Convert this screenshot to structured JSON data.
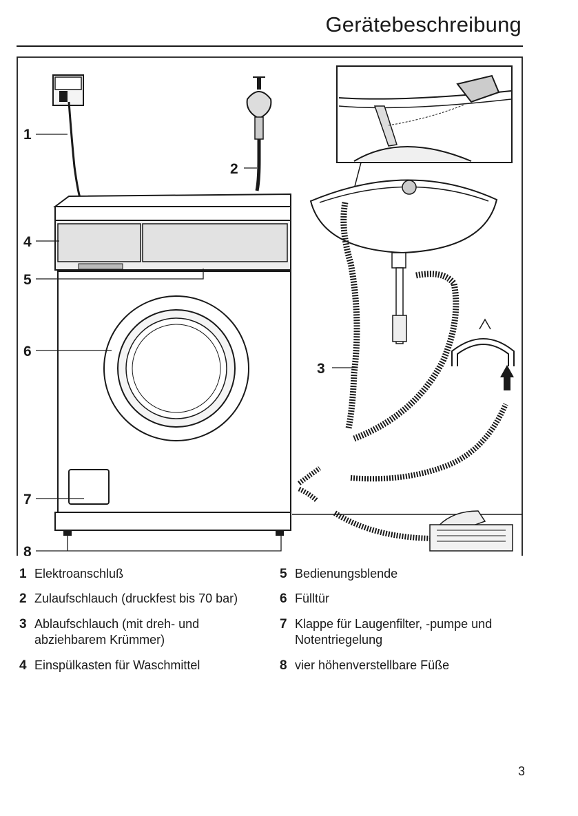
{
  "header": {
    "title": "Gerätebeschreibung"
  },
  "figure": {
    "callouts": [
      "1",
      "2",
      "3",
      "4",
      "5",
      "6",
      "7",
      "8"
    ]
  },
  "legend": {
    "items": [
      {
        "num": "1",
        "text": "Elektroanschluß"
      },
      {
        "num": "2",
        "text": "Zulaufschlauch (druckfest bis 70 bar)"
      },
      {
        "num": "3",
        "text": "Ablaufschlauch (mit dreh- und abziehbarem Krümmer)"
      },
      {
        "num": "4",
        "text": "Einspülkasten für Waschmittel"
      },
      {
        "num": "5",
        "text": "Bedienungsblende"
      },
      {
        "num": "6",
        "text": "Fülltür"
      },
      {
        "num": "7",
        "text": "Klappe für Laugenfilter, -pumpe und Notentriegelung"
      },
      {
        "num": "8",
        "text": "vier höhenverstellbare Füße"
      }
    ]
  },
  "footer": {
    "page_number": "3"
  }
}
